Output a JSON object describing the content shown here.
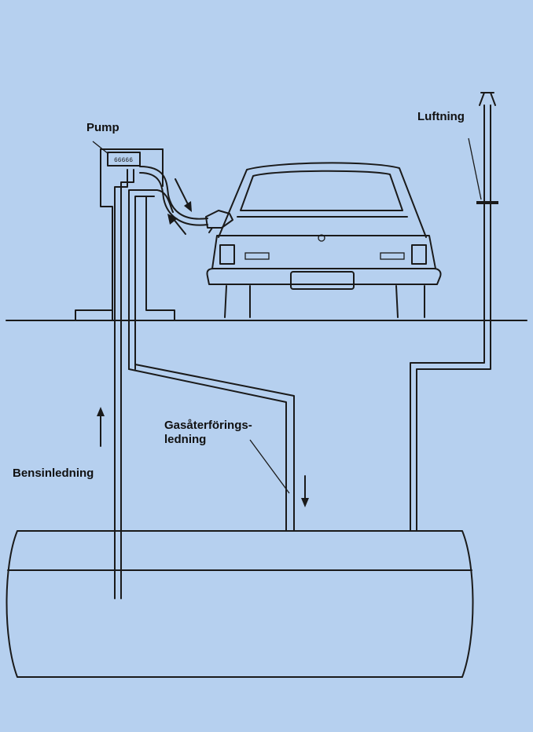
{
  "labels": {
    "pump": "Pump",
    "luftning": "Luftning",
    "bensinledning": "Bensinledning",
    "gasaterforing_line1": "Gasåterförings-",
    "gasaterforing_line2": "ledning"
  },
  "colors": {
    "background": "#b6d0ef",
    "line": "#1a1a1a"
  }
}
